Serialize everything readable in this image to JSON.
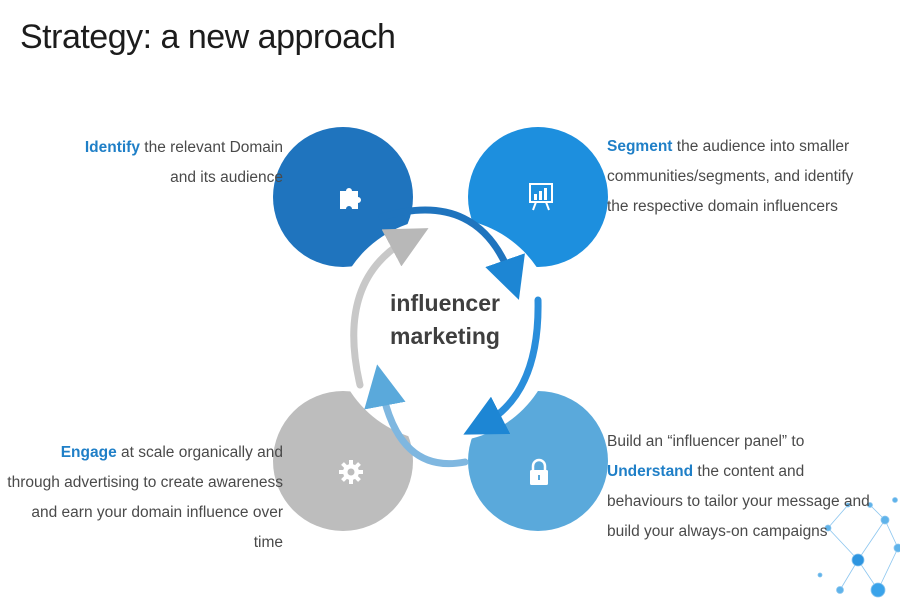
{
  "title": "Strategy: a new approach",
  "center": {
    "line1": "influencer",
    "line2": "marketing"
  },
  "steps": [
    {
      "keyword": "Identify",
      "rest": " the relevant Domain",
      "lines": [
        "and its audience"
      ],
      "color": "#1f74be",
      "icon": "puzzle-icon"
    },
    {
      "keyword": "Segment",
      "rest": " the audience into smaller",
      "lines": [
        "communities/segments, and identify",
        "the respective domain influencers"
      ],
      "color": "#1d8fde",
      "icon": "presentation-chart-icon"
    },
    {
      "prefix": "Build an “influencer panel” to",
      "keyword": "Understand",
      "rest": " the content and",
      "lines": [
        "behaviours to tailor your message and",
        "build your always-on campaigns"
      ],
      "color": "#5aa9db",
      "icon": "lock-icon"
    },
    {
      "keyword": "Engage",
      "rest": " at scale organically and",
      "lines": [
        "through advertising to create awareness",
        "and earn your domain influence over",
        "time"
      ],
      "color": "#bdbdbd",
      "icon": "gear-icon"
    }
  ],
  "colors": {
    "accent": "#1f7fc7",
    "ring_dark": "#1f74be",
    "ring_mid": "#2a8edb",
    "ring_light": "#7fb7e0",
    "ring_gray": "#c8c8c8"
  }
}
